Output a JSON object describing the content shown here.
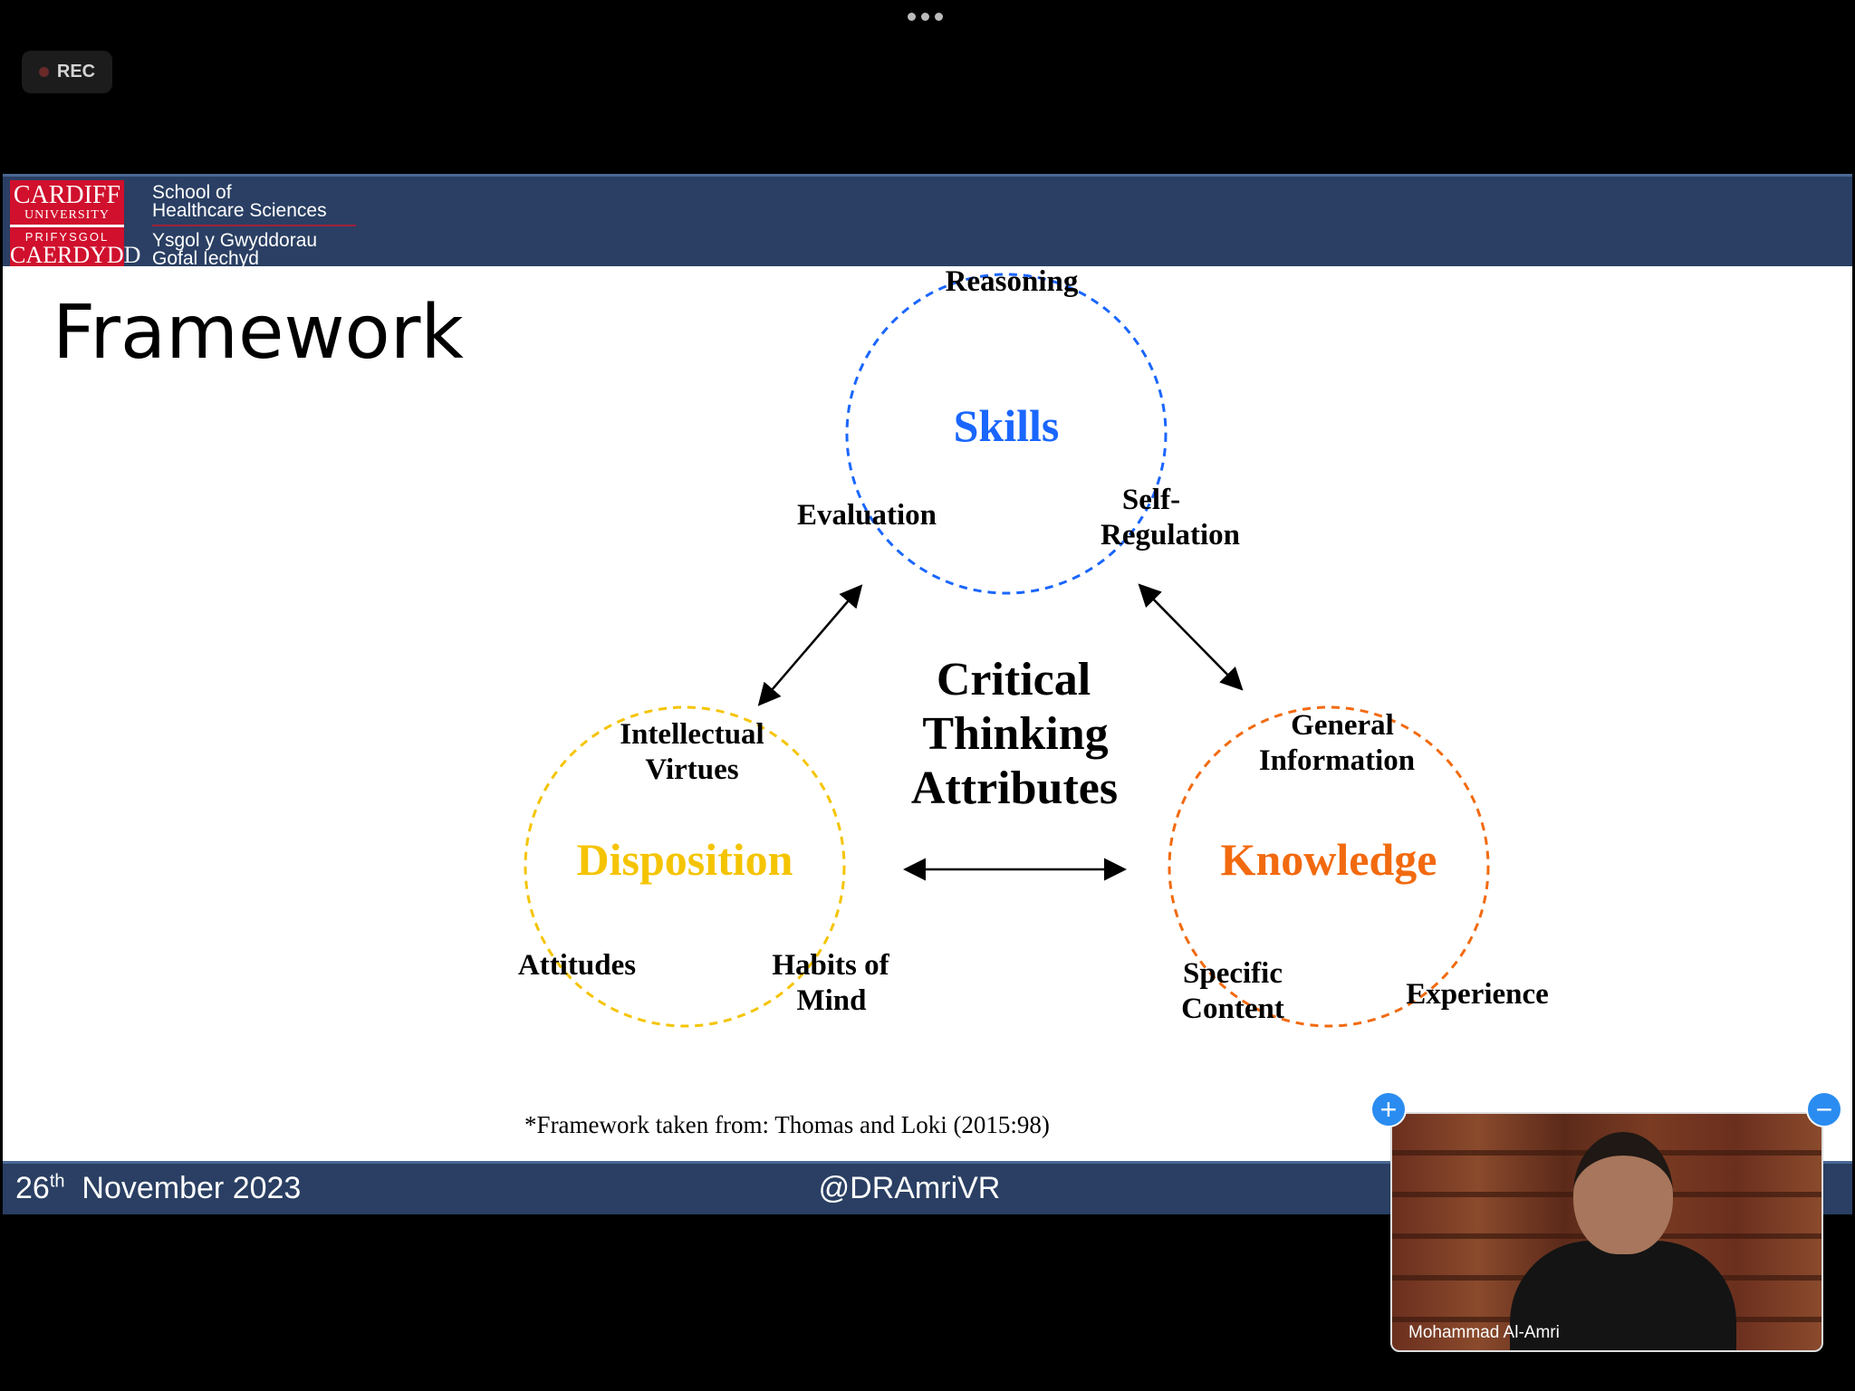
{
  "app": {
    "rec_label": "REC"
  },
  "slide": {
    "logo": {
      "line1": "CARDIFF",
      "line2": "UNIVERSITY",
      "line3": "PRIFYSGOL",
      "line4": "CAERDYDD"
    },
    "header": {
      "line1": "School of",
      "line2": "Healthcare Sciences",
      "line3": "Ysgol y Gwyddorau",
      "line4": "Gofal Iechyd"
    },
    "title": "Framework",
    "diagram": {
      "center": [
        "Critical",
        "Thinking",
        "Attributes"
      ],
      "skills": {
        "label": "Skills",
        "color": "#1a66ff",
        "items": [
          "Reasoning",
          "Evaluation",
          "Self-",
          "Regulation"
        ]
      },
      "disposition": {
        "label": "Disposition",
        "color": "#f5c400",
        "items": [
          "Intellectual",
          "Virtues",
          "Attitudes",
          "Habits of",
          "Mind"
        ]
      },
      "knowledge": {
        "label": "Knowledge",
        "color": "#f26a0f",
        "items": [
          "General",
          "Information",
          "Specific",
          "Content",
          "Experience"
        ]
      }
    },
    "footnote": "*Framework taken from: Thomas and Loki (2015:98)",
    "footer": {
      "date_day": "26",
      "date_suffix": "th",
      "date_rest": "November 2023",
      "handle": "@DRAmriVR"
    }
  },
  "video": {
    "participant_name": "Mohammad Al-Amri",
    "plus_label": "+",
    "minus_label": "−"
  }
}
